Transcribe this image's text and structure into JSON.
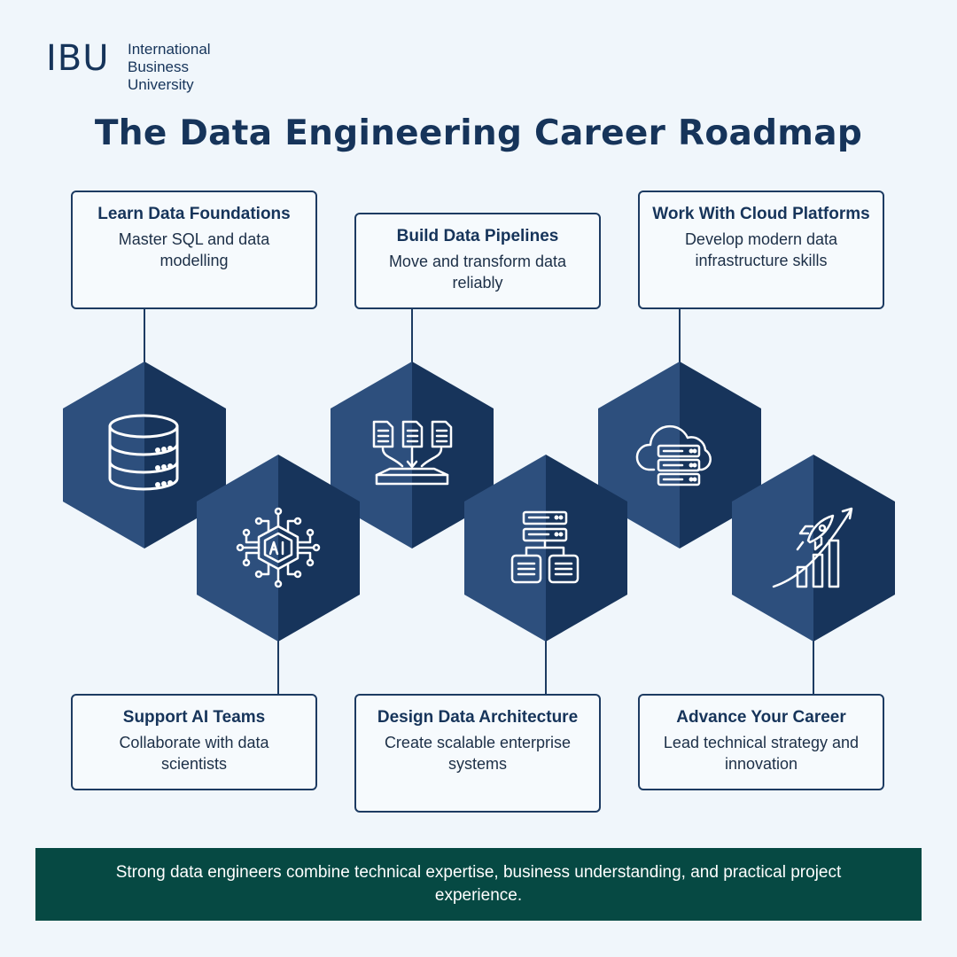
{
  "logo": {
    "mark": "IBU",
    "line1": "International",
    "line2": "Business",
    "line3": "University"
  },
  "title": "The Data Engineering Career Roadmap",
  "steps": [
    {
      "title": "Learn Data Foundations",
      "desc": "Master SQL and data modelling",
      "icon": "database-icon"
    },
    {
      "title": "Support AI Teams",
      "desc": "Collaborate with data scientists",
      "icon": "ai-chip-icon"
    },
    {
      "title": "Build Data Pipelines",
      "desc": "Move and transform data reliably",
      "icon": "data-pipeline-icon"
    },
    {
      "title": "Design Data Architecture",
      "desc": "Create scalable enterprise systems",
      "icon": "architecture-hierarchy-icon"
    },
    {
      "title": "Work With Cloud Platforms",
      "desc": "Develop modern data infrastructure skills",
      "icon": "cloud-server-icon"
    },
    {
      "title": "Advance Your Career",
      "desc": "Lead technical strategy and innovation",
      "icon": "rocket-growth-icon"
    }
  ],
  "banner": "Strong data engineers combine technical expertise, business understanding, and practical project experience.",
  "colors": {
    "background": "#f0f6fb",
    "navy": "#1d3b62",
    "hexagon_light": "#2d4f7d",
    "hexagon_dark": "#17345b",
    "banner": "#064943"
  }
}
